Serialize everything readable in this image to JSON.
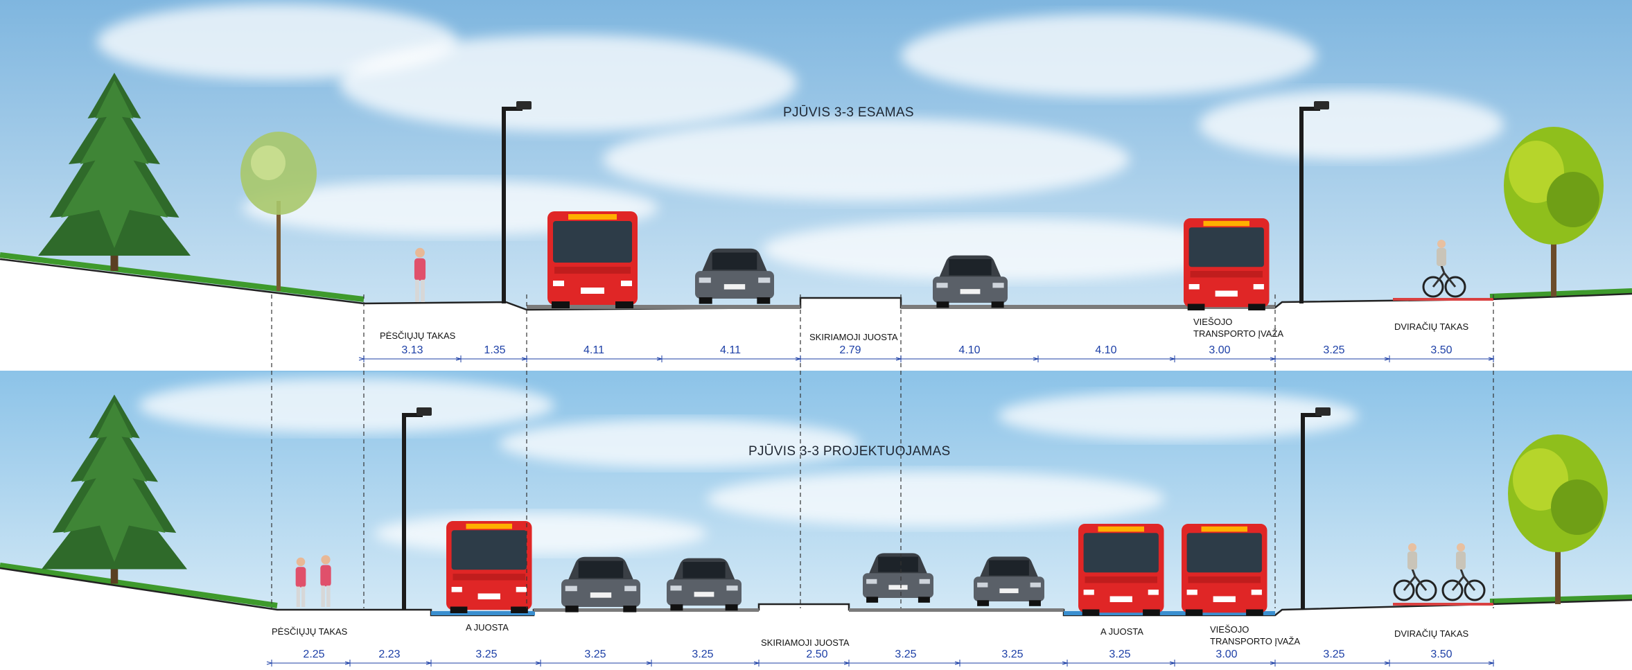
{
  "top_section": {
    "title": "PJŪVIS 3-3 ESAMAS",
    "zone_labels": {
      "pedestrian": "PĖSČIŲJŲ TAKAS",
      "median": "SKIRIAMOJI JUOSTA",
      "transit_line1": "VIEŠOJO",
      "transit_line2": "TRANSPORTO ĮVAŽA",
      "bike": "DVIRAČIŲ TAKAS"
    },
    "dimensions": [
      "3.13",
      "1.35",
      "4.11",
      "4.11",
      "2.79",
      "4.10",
      "4.10",
      "3.00",
      "3.25",
      "3.50"
    ]
  },
  "bottom_section": {
    "title": "PJŪVIS 3-3 PROJEKTUOJAMAS",
    "zone_labels": {
      "pedestrian": "PĖSČIŲJŲ TAKAS",
      "a_lane_left": "A JUOSTA",
      "median": "SKIRIAMOJI JUOSTA",
      "a_lane_right": "A JUOSTA",
      "transit_line1": "VIEŠOJO",
      "transit_line2": "TRANSPORTO ĮVAŽA",
      "bike": "DVIRAČIŲ TAKAS"
    },
    "dimensions": [
      "2.25",
      "2.23",
      "3.25",
      "3.25",
      "3.25",
      "2.50",
      "3.25",
      "3.25",
      "3.25",
      "3.00",
      "3.25",
      "3.50"
    ]
  },
  "colors": {
    "sky": "#9fcbe8",
    "cloud": "#ffffff",
    "grass": "#3e9a2c",
    "road": "#7b7b7b",
    "bus_red": "#e02626",
    "lane_blue": "#3a8fd0",
    "bike_lane_red": "#d94040",
    "dimension_blue": "#1c3fa6"
  }
}
